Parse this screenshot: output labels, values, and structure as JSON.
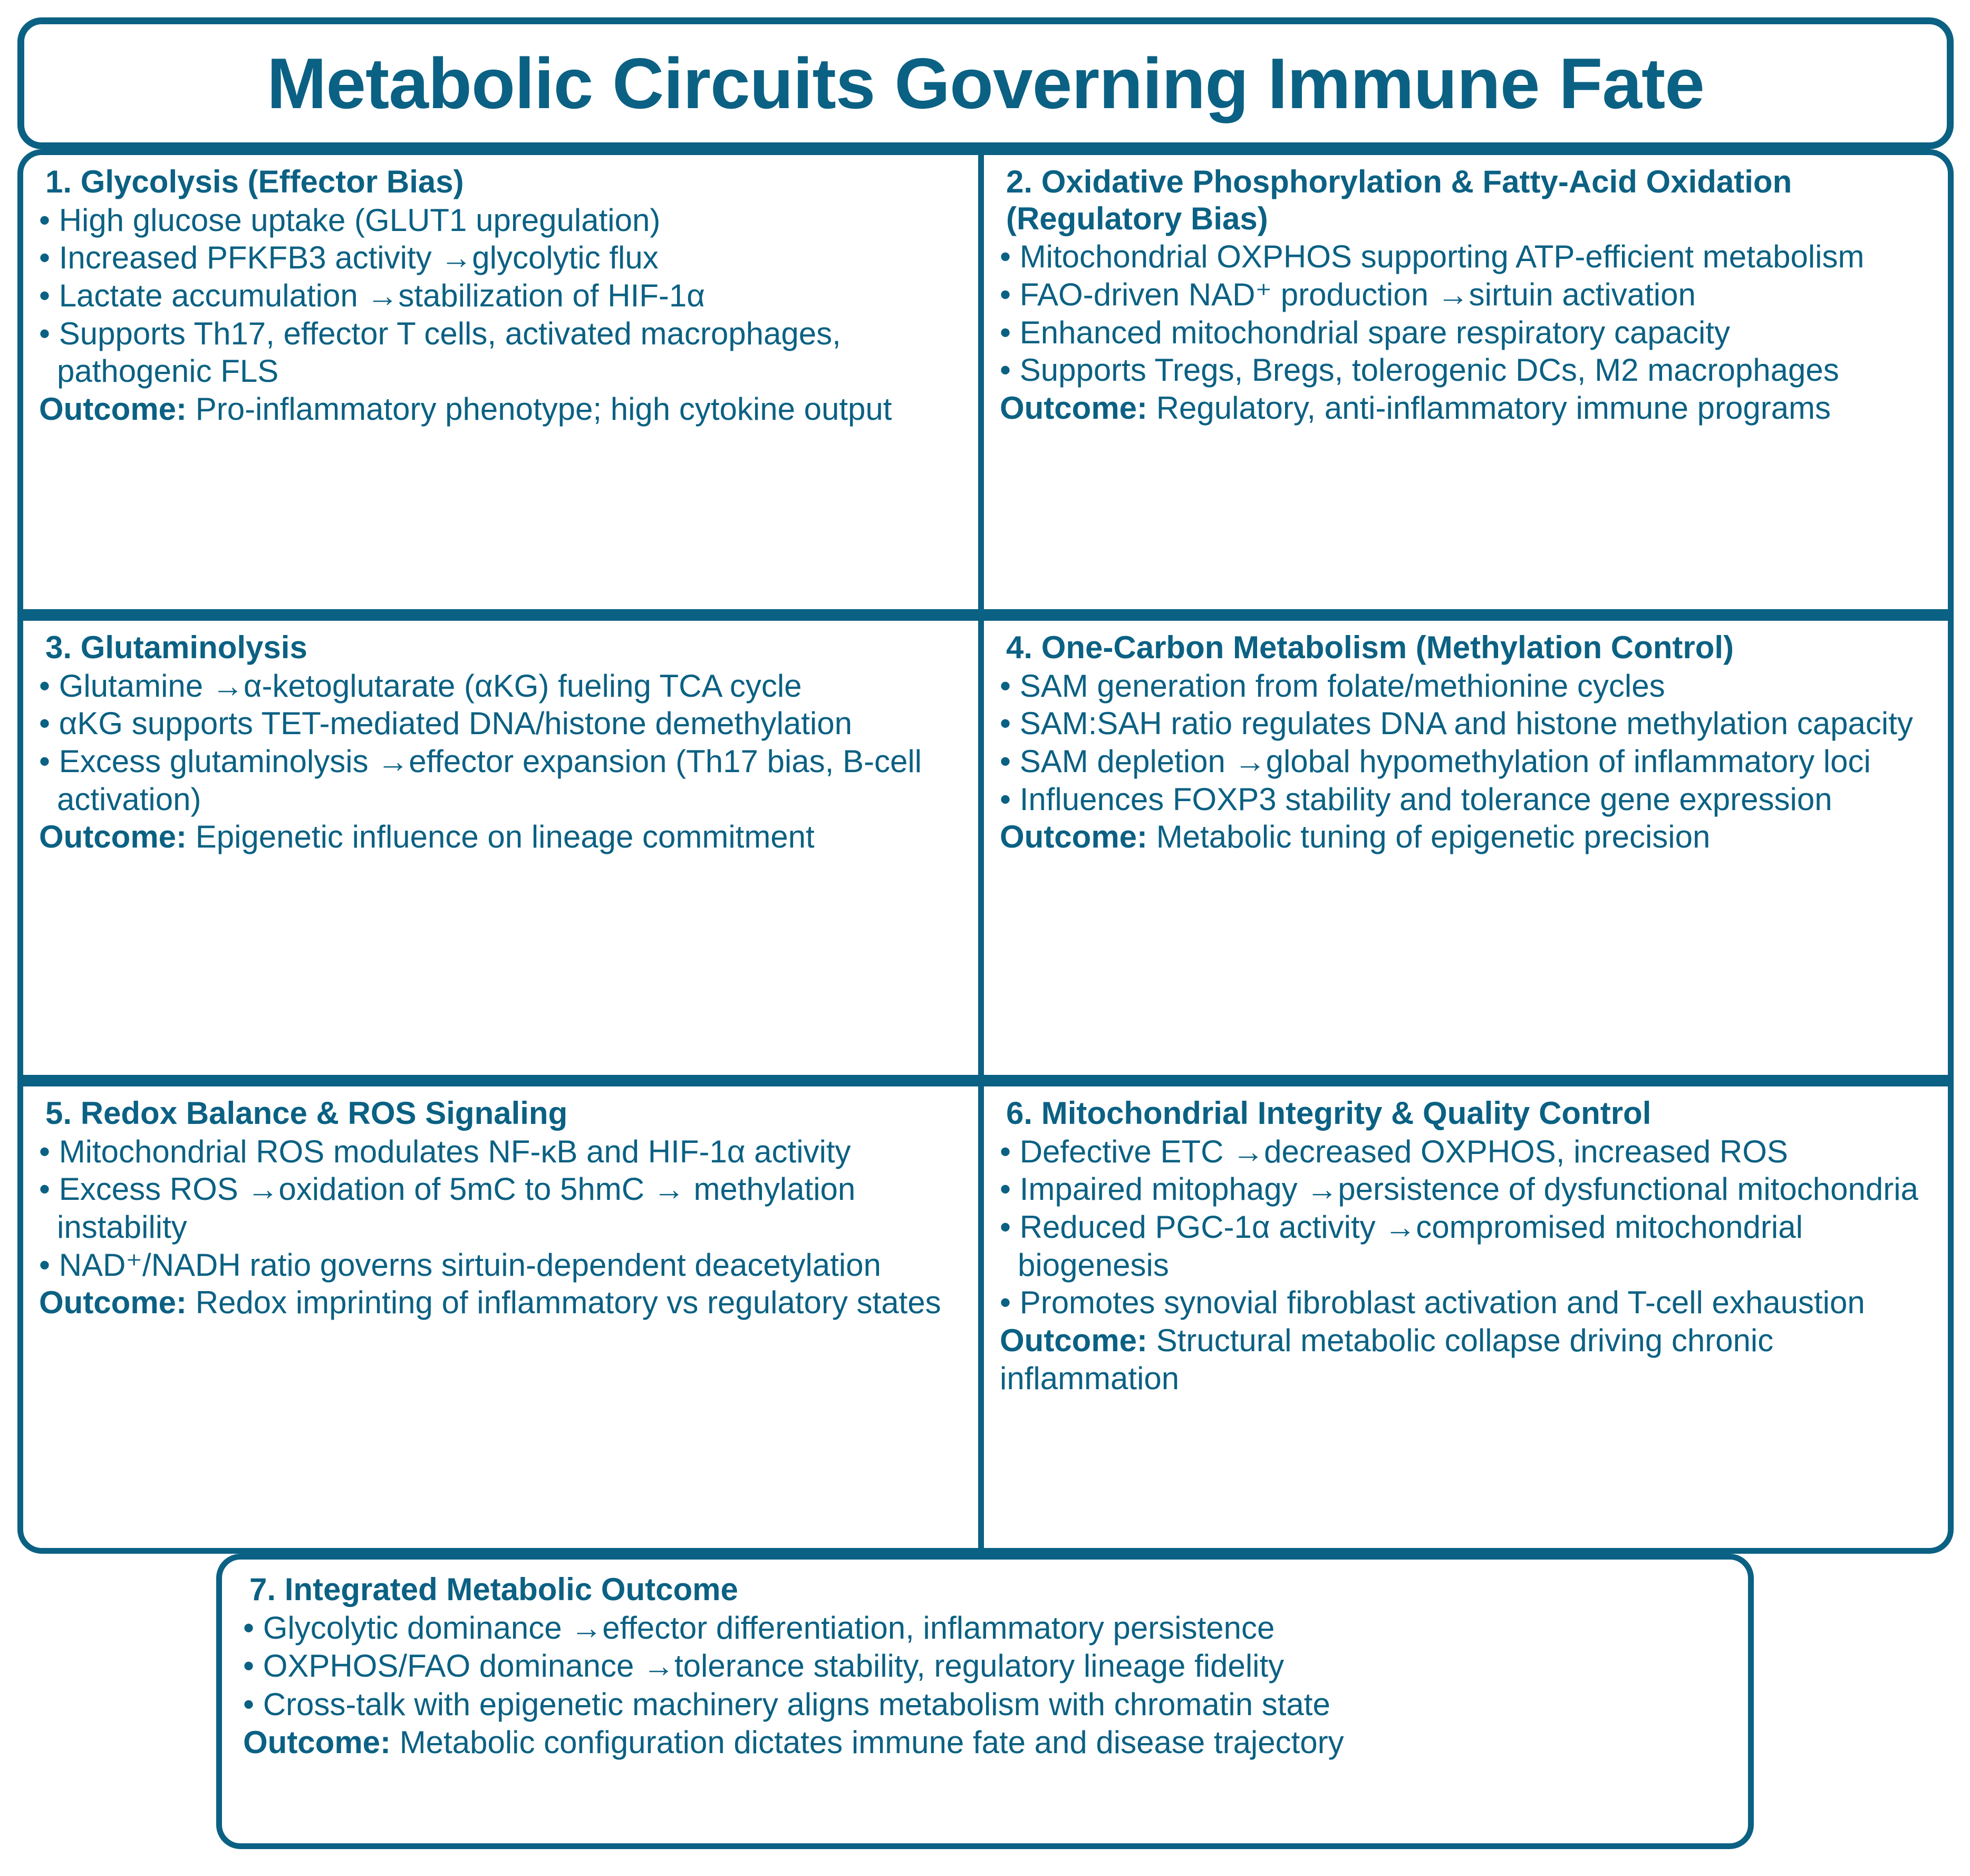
{
  "header": {
    "title": "Metabolic Circuits Governing Immune Fate"
  },
  "accent_color": "#0b6183",
  "background_color": "#ffffff",
  "outcome_label": "Outcome:",
  "boxes": [
    {
      "id": "glycolysis",
      "title": "1. Glycolysis (Effector Bias)",
      "bullets": [
        "High glucose uptake (GLUT1 upregulation)",
        "Increased PFKFB3 activity →glycolytic flux",
        "Lactate accumulation →stabilization of HIF-1α",
        "Supports Th17, effector T cells, activated macrophages, pathogenic FLS"
      ],
      "outcome": "Pro-inflammatory phenotype; high cytokine output"
    },
    {
      "id": "oxphos-fao",
      "title": "2. Oxidative Phosphorylation & Fatty-Acid Oxidation (Regulatory Bias)",
      "bullets": [
        "Mitochondrial OXPHOS supporting ATP-efficient metabolism",
        "FAO-driven NAD⁺ production →sirtuin activation",
        "Enhanced mitochondrial spare respiratory capacity",
        "Supports Tregs, Bregs, tolerogenic DCs, M2 macrophages"
      ],
      "outcome": "Regulatory, anti-inflammatory immune programs"
    },
    {
      "id": "glutaminolysis",
      "title": "3. Glutaminolysis",
      "bullets": [
        "Glutamine →α-ketoglutarate (αKG) fueling TCA cycle",
        "αKG supports TET-mediated DNA/histone demethylation",
        "Excess glutaminolysis →effector expansion (Th17 bias, B-cell activation)"
      ],
      "outcome": "Epigenetic influence on lineage commitment"
    },
    {
      "id": "one-carbon-metabolism",
      "title": "4. One-Carbon Metabolism (Methylation Control)",
      "bullets": [
        "SAM generation from folate/methionine cycles",
        "SAM:SAH ratio regulates DNA and histone methylation capacity",
        "SAM depletion →global hypomethylation of inflammatory loci",
        "Influences FOXP3 stability and tolerance gene expression"
      ],
      "outcome": "Metabolic tuning of epigenetic precision"
    },
    {
      "id": "redox-balance",
      "title": "5. Redox Balance & ROS Signaling",
      "bullets": [
        "Mitochondrial ROS modulates NF-κB and HIF-1α activity",
        "Excess ROS →oxidation of 5mC to 5hmC → methylation instability",
        "NAD⁺/NADH ratio governs sirtuin-dependent deacetylation"
      ],
      "outcome": "Redox imprinting of inflammatory vs regulatory states"
    },
    {
      "id": "mitochondrial-integrity",
      "title": "6. Mitochondrial Integrity & Quality Control",
      "bullets": [
        "Defective ETC →decreased OXPHOS, increased ROS",
        "Impaired mitophagy →persistence of dysfunctional mitochondria",
        "Reduced PGC-1α activity →compromised mitochondrial biogenesis",
        "Promotes synovial fibroblast activation and T-cell exhaustion"
      ],
      "outcome": "Structural metabolic collapse driving chronic inflammation"
    },
    {
      "id": "integrated-outcome",
      "title": "7. Integrated Metabolic Outcome",
      "bullets": [
        "Glycolytic dominance →effector differentiation, inflammatory persistence",
        "OXPHOS/FAO dominance →tolerance stability, regulatory lineage fidelity",
        "Cross-talk with epigenetic machinery aligns metabolism with chromatin state"
      ],
      "outcome": "Metabolic configuration dictates immune fate and disease trajectory"
    }
  ]
}
